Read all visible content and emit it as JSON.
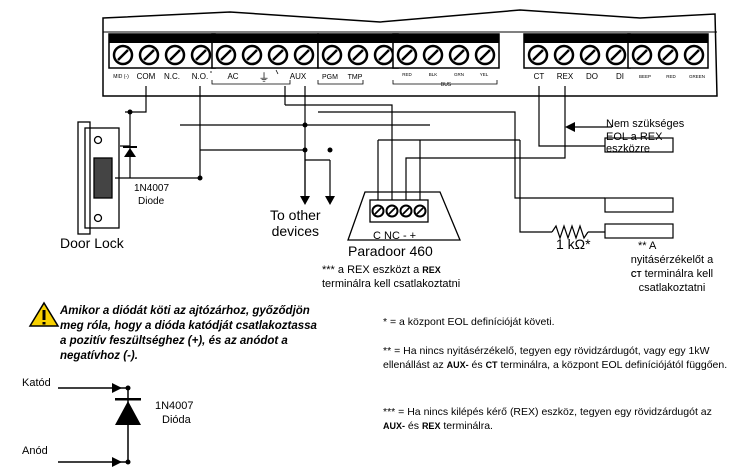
{
  "terminals": {
    "mid": "MID (-)",
    "com": "COM",
    "nc": "N.C.",
    "no": "N.O.",
    "ac": "AC",
    "ground": "⏚",
    "aux": "AUX",
    "pgm": "PGM",
    "tmp": "TMP",
    "red": "RED",
    "blk": "BLK",
    "grn": "GRN",
    "yel": "YEL",
    "bus": "BUS",
    "ct": "CT",
    "rex": "REX",
    "do": "DO",
    "di": "DI",
    "beep": "BEEP",
    "red2": "RED",
    "green": "GREEN"
  },
  "labels": {
    "eol_note": "Nem szükséges\nEOL a REX\neszközre",
    "diode": "1N4007",
    "diode_word": "Diode",
    "door_lock": "Door Lock",
    "to_other_devices": "To other\ndevices",
    "paradoor_terminals": "C NC - +",
    "paradoor": "Paradoor 460",
    "resistor": "1 kΩ*",
    "ct_note_star": "** A",
    "ct_note_pre": "nyitásérzékelőt a",
    "ct_note_ct": "CT",
    "ct_note_mid": "terminálra kell",
    "ct_note_post": "csatlakoztatni",
    "rex_note_pre": "*** a REX eszközt a",
    "rex_note_rex": "REX",
    "rex_note_post": "terminálra kell csatlakoztatni"
  },
  "warning": "Amikor a diódát köti az ajtózárhoz, győződjön meg róla, hogy a dióda katódját csatlakoztassa a pozitív feszültséghez (+), és az anódot a negatívhoz (-).",
  "legend": {
    "cathode": "Katód",
    "anode": "Anód",
    "diode": "1N4007",
    "diode_word": "Dióda"
  },
  "notes": {
    "n1": "* = a központ EOL definícióját követi.",
    "n2_pre": "** = Ha nincs nyitásérzékelő, tegyen egy rövidzárdugót, vagy egy 1kW ellenállást az",
    "n2_aux": "AUX-",
    "n2_and": "és",
    "n2_ct": "CT",
    "n2_post": "terminálra, a központ EOL definíciójától függően.",
    "n3_pre": "*** = Ha nincs kilépés kérő (REX) eszköz, tegyen egy rövidzárdugót az",
    "n3_aux": "AUX-",
    "n3_and": "és",
    "n3_rex": "REX",
    "n3_post": "terminálra."
  }
}
